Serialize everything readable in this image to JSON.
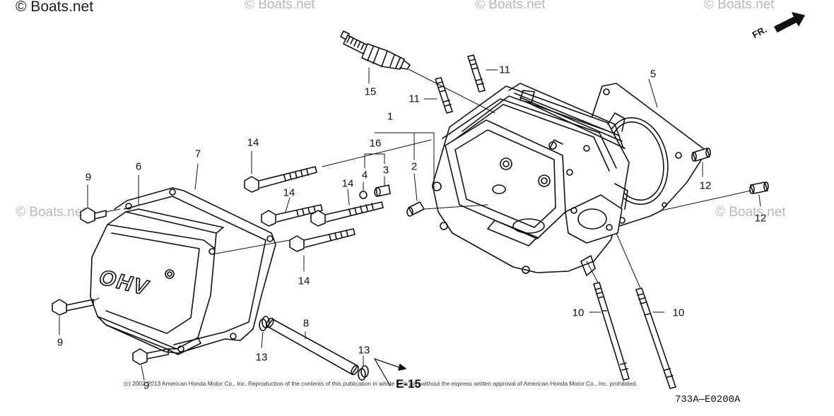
{
  "watermarks": {
    "primary": "© Boats.net",
    "repeat": "© Boats.net"
  },
  "orientation_mark": {
    "label": "FR.",
    "icon": "arrow-icon"
  },
  "callouts": [
    {
      "id": "c1",
      "text": "1"
    },
    {
      "id": "c2",
      "text": "2"
    },
    {
      "id": "c3",
      "text": "3"
    },
    {
      "id": "c4",
      "text": "4"
    },
    {
      "id": "c5",
      "text": "5"
    },
    {
      "id": "c6",
      "text": "6"
    },
    {
      "id": "c7",
      "text": "7"
    },
    {
      "id": "c8",
      "text": "8"
    },
    {
      "id": "c9a",
      "text": "9"
    },
    {
      "id": "c9b",
      "text": "9"
    },
    {
      "id": "c9c",
      "text": "9"
    },
    {
      "id": "c10a",
      "text": "10"
    },
    {
      "id": "c10b",
      "text": "10"
    },
    {
      "id": "c11a",
      "text": "11"
    },
    {
      "id": "c11b",
      "text": "11"
    },
    {
      "id": "c12a",
      "text": "12"
    },
    {
      "id": "c12b",
      "text": "12"
    },
    {
      "id": "c13a",
      "text": "13"
    },
    {
      "id": "c13b",
      "text": "13"
    },
    {
      "id": "c14a",
      "text": "14"
    },
    {
      "id": "c14b",
      "text": "14"
    },
    {
      "id": "c14c",
      "text": "14"
    },
    {
      "id": "c14d",
      "text": "14"
    },
    {
      "id": "c15",
      "text": "15"
    },
    {
      "id": "c16",
      "text": "16"
    }
  ],
  "cover_lettering": "OHV",
  "reference": "E-15",
  "copyright": "(c) 2002-2013 American Honda Motor Co., Inc. Reproduction of the contents of this publication in whole or in part without the express written approval of American Honda Motor Co., Inc. prohibited.",
  "diagram_code": "733A—E0200A"
}
